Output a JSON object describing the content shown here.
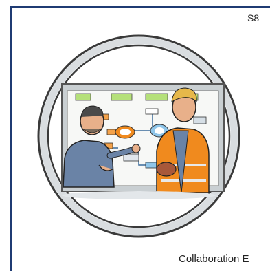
{
  "slide": {
    "corner_label": "S8",
    "caption": "Collaboration E"
  },
  "icons": {
    "illustration": "two-men-at-whiteboard-illustration"
  },
  "colors": {
    "frame_border": "#1f3b73",
    "ring_outer": "#3a3a3a",
    "ring_inner": "#d9dde0",
    "whiteboard_frame": "#9aa3a8",
    "whiteboard_tab": "#b5e07a",
    "vest_orange": "#f08a1e",
    "shirt_blue": "#6a83a6"
  }
}
